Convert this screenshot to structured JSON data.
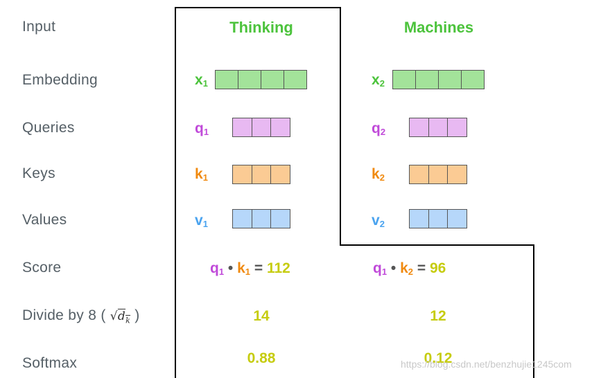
{
  "rows": {
    "input": "Input",
    "embedding": "Embedding",
    "queries": "Queries",
    "keys": "Keys",
    "values": "Values",
    "score": "Score",
    "divide_prefix": "Divide by 8 (",
    "divide_suffix": ")",
    "divide_sqrt_var": "d",
    "divide_sqrt_sub": "k",
    "softmax": "Softmax"
  },
  "words": [
    {
      "word": "Thinking",
      "x": "x",
      "x_sub": "1",
      "q": "q",
      "q_sub": "1",
      "k": "k",
      "k_sub": "1",
      "v": "v",
      "v_sub": "1",
      "score": {
        "q": "q",
        "q_sub": "1",
        "dot": "•",
        "k": "k",
        "k_sub": "1",
        "eq": "=",
        "value": "112"
      },
      "divided": "14",
      "softmax": "0.88"
    },
    {
      "word": "Machines",
      "x": "x",
      "x_sub": "2",
      "q": "q",
      "q_sub": "2",
      "k": "k",
      "k_sub": "2",
      "v": "v",
      "v_sub": "2",
      "score": {
        "q": "q",
        "q_sub": "1",
        "dot": "•",
        "k": "k",
        "k_sub": "2",
        "eq": "=",
        "value": "96"
      },
      "divided": "12",
      "softmax": "0.12"
    }
  ],
  "watermark": "https://blog.csdn.net/benzhujie1245com",
  "colors": {
    "word": "#4cc33c",
    "query": "#c04ad9",
    "key": "#f08a10",
    "value": "#4aa3ef",
    "result": "#c6cc10",
    "embedding_fill": "#a3e39a",
    "query_fill": "#e8b9f2",
    "key_fill": "#fbcb94",
    "value_fill": "#b6d7fa"
  }
}
